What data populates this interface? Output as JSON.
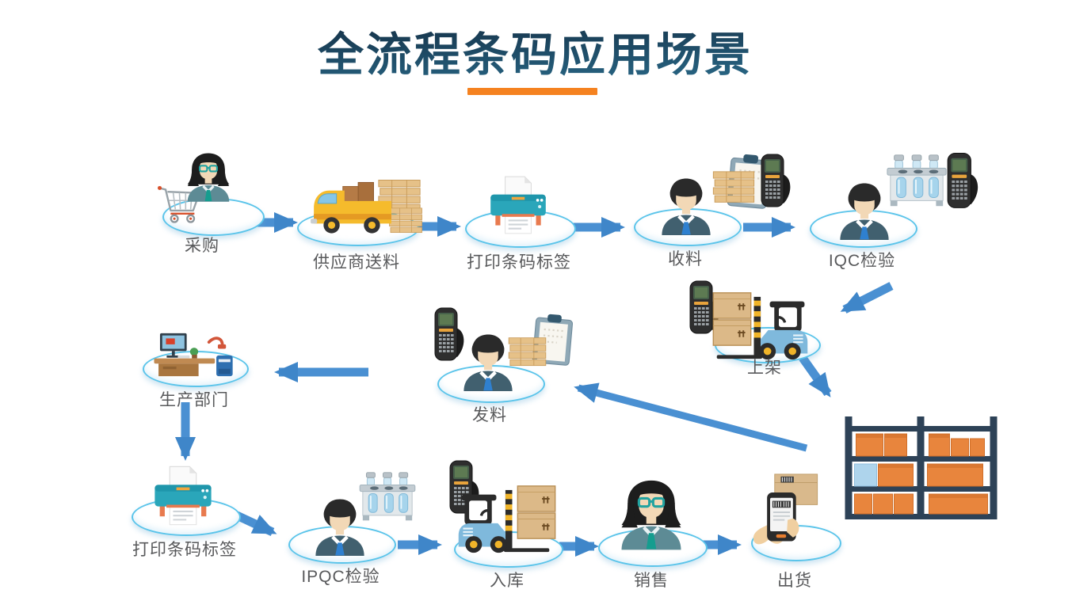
{
  "title": "全流程条码应用场景",
  "nodes": [
    {
      "id": "purchase",
      "label": "采购",
      "icons": [
        "shopping-cart-icon",
        "woman-avatar-icon"
      ]
    },
    {
      "id": "supplier-delivery",
      "label": "供应商送料",
      "icons": [
        "delivery-truck-icon",
        "material-stack-icon"
      ]
    },
    {
      "id": "print-label-top",
      "label": "打印条码标签",
      "icons": [
        "barcode-printer-icon"
      ]
    },
    {
      "id": "receive",
      "label": "收料",
      "icons": [
        "man-avatar-icon",
        "material-stack-icon",
        "clipboard-icon",
        "handheld-scanner-icon"
      ]
    },
    {
      "id": "iqc",
      "label": "IQC检验",
      "icons": [
        "man-avatar-icon",
        "test-tube-rack-icon",
        "handheld-scanner-icon"
      ]
    },
    {
      "id": "shelve",
      "label": "上架",
      "icons": [
        "handheld-scanner-icon",
        "cargo-boxes-icon",
        "forklift-icon"
      ]
    },
    {
      "id": "production",
      "label": "生产部门",
      "icons": [
        "office-desk-icon"
      ]
    },
    {
      "id": "issue",
      "label": "发料",
      "icons": [
        "handheld-scanner-icon",
        "man-avatar-icon",
        "material-stack-icon",
        "clipboard-icon"
      ]
    },
    {
      "id": "print-label-bottom",
      "label": "打印条码标签",
      "icons": [
        "barcode-printer-icon"
      ]
    },
    {
      "id": "ipqc",
      "label": "IPQC检验",
      "icons": [
        "man-avatar-icon",
        "test-tube-rack-icon"
      ]
    },
    {
      "id": "inbound",
      "label": "入库",
      "icons": [
        "handheld-scanner-icon",
        "forklift-icon",
        "cargo-boxes-icon"
      ]
    },
    {
      "id": "sales",
      "label": "销售",
      "icons": [
        "woman-avatar-icon"
      ]
    },
    {
      "id": "ship",
      "label": "出货",
      "icons": [
        "hand-scanner-icon",
        "package-box-icon"
      ]
    }
  ],
  "warehouse_rack": {
    "id": "warehouse-rack",
    "icon": "warehouse-rack-icon"
  },
  "flow": [
    {
      "from": "purchase",
      "to": "supplier-delivery"
    },
    {
      "from": "supplier-delivery",
      "to": "print-label-top"
    },
    {
      "from": "print-label-top",
      "to": "receive"
    },
    {
      "from": "receive",
      "to": "iqc"
    },
    {
      "from": "iqc",
      "to": "shelve"
    },
    {
      "from": "shelve",
      "to": "warehouse-rack"
    },
    {
      "from": "warehouse-rack",
      "to": "issue"
    },
    {
      "from": "issue",
      "to": "production"
    },
    {
      "from": "production",
      "to": "print-label-bottom"
    },
    {
      "from": "print-label-bottom",
      "to": "ipqc"
    },
    {
      "from": "ipqc",
      "to": "inbound"
    },
    {
      "from": "inbound",
      "to": "sales"
    },
    {
      "from": "sales",
      "to": "ship"
    }
  ],
  "colors": {
    "title_gradient_top": "#142f45",
    "title_gradient_bottom": "#2f7394",
    "underline_orange": "#f58220",
    "arrow_blue": "#4a90d2",
    "platform_stroke": "#5ac4ea",
    "label_gray": "#58595b",
    "rack_navy": "#2d4257",
    "box_orange": "#e8853d",
    "box_blue": "#aed4ec"
  }
}
